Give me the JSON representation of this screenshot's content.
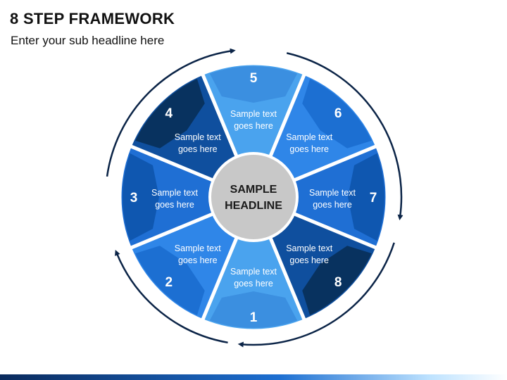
{
  "title": "8 STEP FRAMEWORK",
  "subtitle": "Enter your sub headline here",
  "center": {
    "line1": "SAMPLE",
    "line2": "HEADLINE"
  },
  "steps": [
    {
      "number": "1",
      "text_line1": "Sample text",
      "text_line2": "goes here",
      "color": "#4aa3ee",
      "tab_color": "#3b8fe0"
    },
    {
      "number": "2",
      "text_line1": "Sample text",
      "text_line2": "goes here",
      "color": "#2f86e8",
      "tab_color": "#1c6fd2"
    },
    {
      "number": "3",
      "text_line1": "Sample text",
      "text_line2": "goes here",
      "color": "#1f6fd4",
      "tab_color": "#0f57b0"
    },
    {
      "number": "4",
      "text_line1": "Sample text",
      "text_line2": "goes here",
      "color": "#0f4f9e",
      "tab_color": "#08325f"
    },
    {
      "number": "5",
      "text_line1": "Sample text",
      "text_line2": "goes here",
      "color": "#4aa3ee",
      "tab_color": "#3b8fe0"
    },
    {
      "number": "6",
      "text_line1": "Sample text",
      "text_line2": "goes here",
      "color": "#2f86e8",
      "tab_color": "#1c6fd2"
    },
    {
      "number": "7",
      "text_line1": "Sample text",
      "text_line2": "goes here",
      "color": "#1f6fd4",
      "tab_color": "#0f57b0"
    },
    {
      "number": "8",
      "text_line1": "Sample text",
      "text_line2": "goes here",
      "color": "#0f4f9e",
      "tab_color": "#08325f"
    }
  ],
  "colors": {
    "hub": "#c8c8c8",
    "hub_text": "#1a1a1a",
    "arrow": "#0b2447",
    "separator": "#ffffff"
  }
}
